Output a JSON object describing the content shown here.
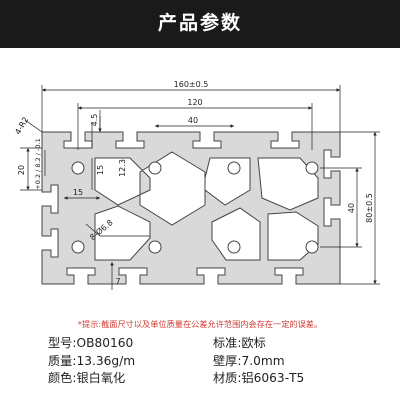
{
  "header": {
    "title": "产品参数"
  },
  "dimensions": {
    "overall_width": "160±0.5",
    "inner_width": "120",
    "slot_pitch": "40",
    "overall_height": "80±0.5",
    "inner_height": "40",
    "slot_depth": "4.5",
    "slot_width_small": "15",
    "center_span": "12.3",
    "bottom_15": "15",
    "corner_radius": "4-R2",
    "height_20": "20",
    "tolerance": "+0.2 / 8.2 / -0.1",
    "holes": "8-Ø6.8",
    "wall": "7"
  },
  "notice": "*提示:截面尺寸以及单位质量在公差允许范围内会存在一定的误差。",
  "specs": {
    "model_label": "型号:",
    "model_value": "OB80160",
    "standard_label": "标准:",
    "standard_value": "欧标",
    "weight_label": "质量:",
    "weight_value": "13.36g/m",
    "thickness_label": "壁厚:",
    "thickness_value": "7.0mm",
    "color_label": "颜色:",
    "color_value": "银白氧化",
    "material_label": "材质:",
    "material_value": "铝6063-T5"
  },
  "colors": {
    "header_bg": "#1a1a1a",
    "profile_fill": "#d9d9d9",
    "notice": "#d03a32"
  }
}
